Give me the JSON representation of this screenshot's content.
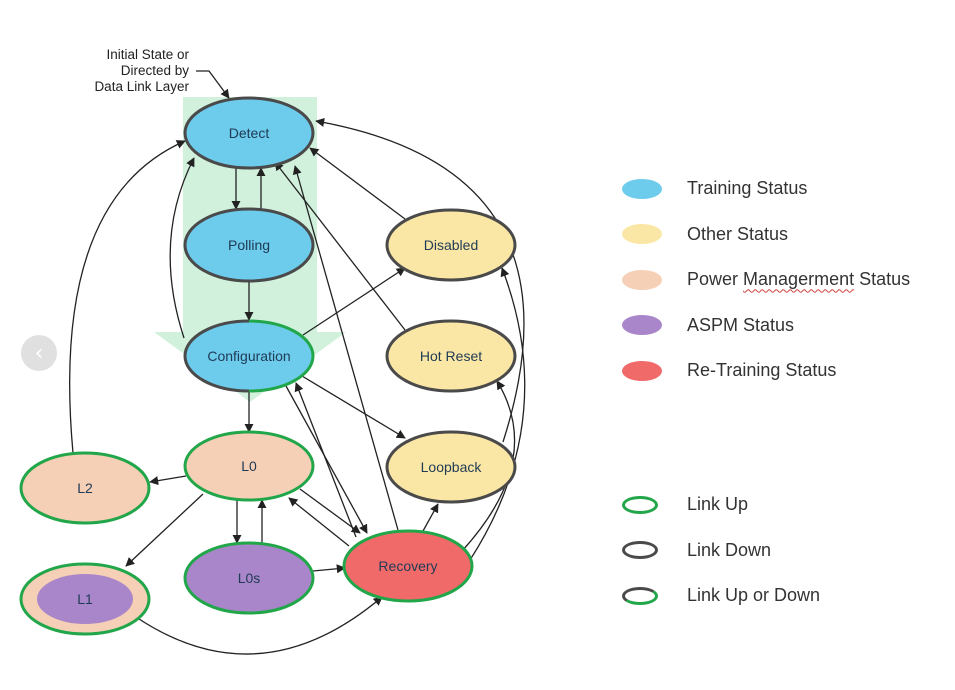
{
  "initial_note": {
    "lines": [
      "Initial State or",
      "Directed by",
      "Data Link Layer"
    ]
  },
  "states": {
    "detect": "Detect",
    "polling": "Polling",
    "configuration": "Configuration",
    "disabled": "Disabled",
    "hot_reset": "Hot Reset",
    "loopback": "Loopback",
    "l0": "L0",
    "l2": "L2",
    "l0s": "L0s",
    "l1": "L1",
    "recovery": "Recovery"
  },
  "legend": {
    "status": [
      {
        "label": "Training Status",
        "color": "#6dcbec"
      },
      {
        "label": "Other Status",
        "color": "#fbe7a5"
      },
      {
        "label": "Power Managerment Status",
        "color": "#f5cfb6"
      },
      {
        "label": "ASPM Status",
        "color": "#a986c9"
      },
      {
        "label": "Re-Training Status",
        "color": "#f06a6a"
      }
    ],
    "links": [
      {
        "label": "Link Up",
        "style": "up"
      },
      {
        "label": "Link Down",
        "style": "down"
      },
      {
        "label": "Link Up or Down",
        "style": "either"
      }
    ]
  },
  "colors": {
    "training": "#6dcbec",
    "other": "#fbe7a5",
    "power": "#f5cfb6",
    "aspm": "#a986c9",
    "retraining": "#f06a6a",
    "link_up": "#22a64a",
    "link_down": "#4a4a4a",
    "flow_band": "#c9efd6"
  }
}
